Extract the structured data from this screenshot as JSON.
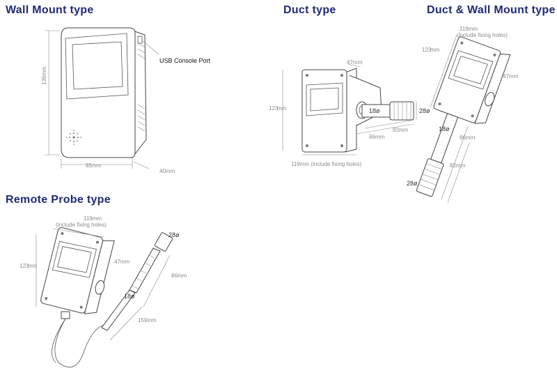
{
  "titles": {
    "wall": "Wall Mount type",
    "duct": "Duct type",
    "duct_wall": "Duct & Wall Mount type",
    "remote": "Remote Probe type"
  },
  "colors": {
    "title": "#1f2a78",
    "line": "#444444",
    "dim": "#8a8a8a"
  },
  "wall": {
    "height_dim": "136mm",
    "width_dim": "85mm",
    "depth_dim": "40mm",
    "usb_label": "USB Console Port"
  },
  "duct": {
    "height_a": "123",
    "height_b": "mm",
    "top_dim": "47mm",
    "probe_dia": "18ø",
    "probe_end_dia": "28ø",
    "len_a": "82mm",
    "len_b": "86mm",
    "width_dim": "119mm (include fixing holes)"
  },
  "duct_wall": {
    "width_dim": "119mm",
    "width_note": "(include fixing holes)",
    "height_a": "123",
    "height_b": "mm",
    "side_dim": "47mm",
    "probe_dia": "18ø",
    "len_a": "86mm",
    "len_b": "82mm",
    "end_dia": "28ø"
  },
  "remote": {
    "width_dim": "119mm",
    "width_note": "(include fixing holes)",
    "height_a": "123",
    "height_b": "mm",
    "side_dim": "47mm",
    "end_dia": "28ø",
    "len_a": "86mm",
    "probe_dia": "18ø",
    "len_b": "159mm"
  }
}
